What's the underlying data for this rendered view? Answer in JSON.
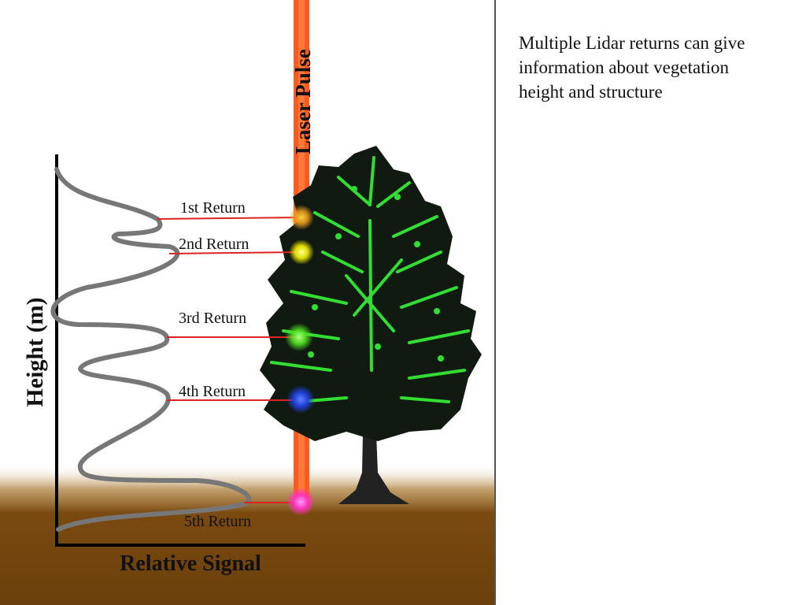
{
  "slide": {
    "caption": "Multiple Lidar returns can give information about vegetation height and structure"
  },
  "diagram": {
    "beam_label": "Laser Pulse",
    "y_axis_label": "Height (m)",
    "x_axis_label": "Relative Signal",
    "returns": [
      {
        "label": "1st Return",
        "color": "#f0a020"
      },
      {
        "label": "2nd Return",
        "color": "#f4f000"
      },
      {
        "label": "3rd Return",
        "color": "#50e020"
      },
      {
        "label": "4th Return",
        "color": "#2040e0"
      },
      {
        "label": "5th Return",
        "color": "#ff30c0"
      }
    ],
    "colors": {
      "beam": "#ff5a1e",
      "ground": "#7a4a10",
      "foliage": "#33dd33",
      "trunk": "#222222",
      "waveform": "#777777",
      "leader_line": "#dd2222"
    }
  }
}
